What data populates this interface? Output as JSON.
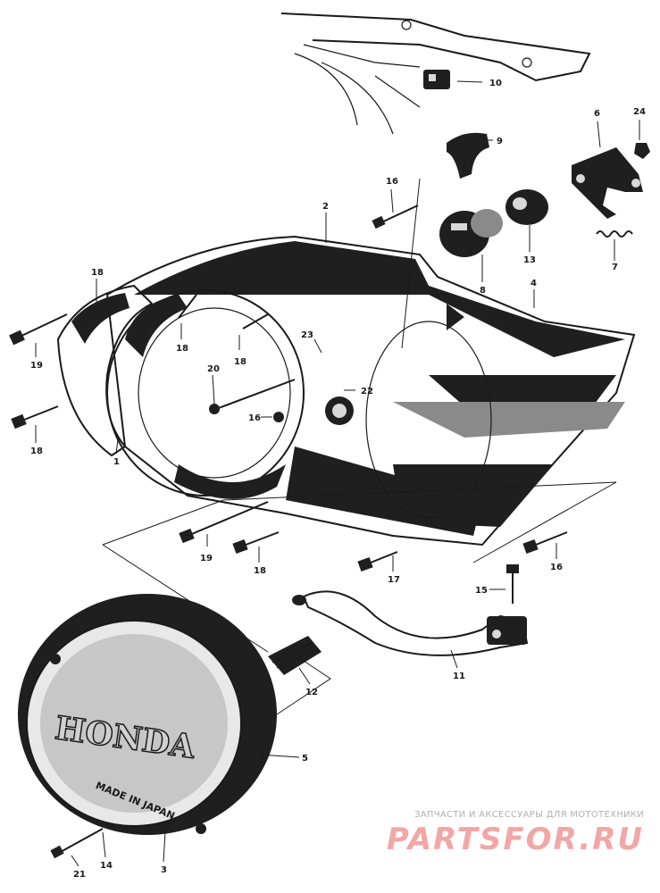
{
  "part_numbers": {
    "p1": "1",
    "p2": "2",
    "p3": "3",
    "p4": "4",
    "p5": "5",
    "p6": "6",
    "p7": "7",
    "p8": "8",
    "p9": "9",
    "p10": "10",
    "p11": "11",
    "p12": "12",
    "p13": "13",
    "p14": "14",
    "p15": "15",
    "p16a": "16",
    "p16b": "16",
    "p16c": "16",
    "p17": "17",
    "p18a": "18",
    "p18b": "18",
    "p18c": "18",
    "p18d": "18",
    "p18e": "18",
    "p19a": "19",
    "p19b": "19",
    "p20": "20",
    "p21": "21",
    "p22": "22",
    "p23": "23",
    "p24": "24"
  },
  "cover_lettering": {
    "brand": "HONDA",
    "rim_text": "MADE IN JAPAN"
  },
  "watermark": {
    "tagline": "ЗАПЧАСТИ И АКСЕССУАРЫ ДЛЯ МОТОТЕХНИКИ",
    "logo": "PARTSFOR.RU"
  },
  "colors": {
    "ink": "#1a1a1a",
    "watermark_logo": "#f2a6a6",
    "watermark_text": "#b0b0b0"
  }
}
